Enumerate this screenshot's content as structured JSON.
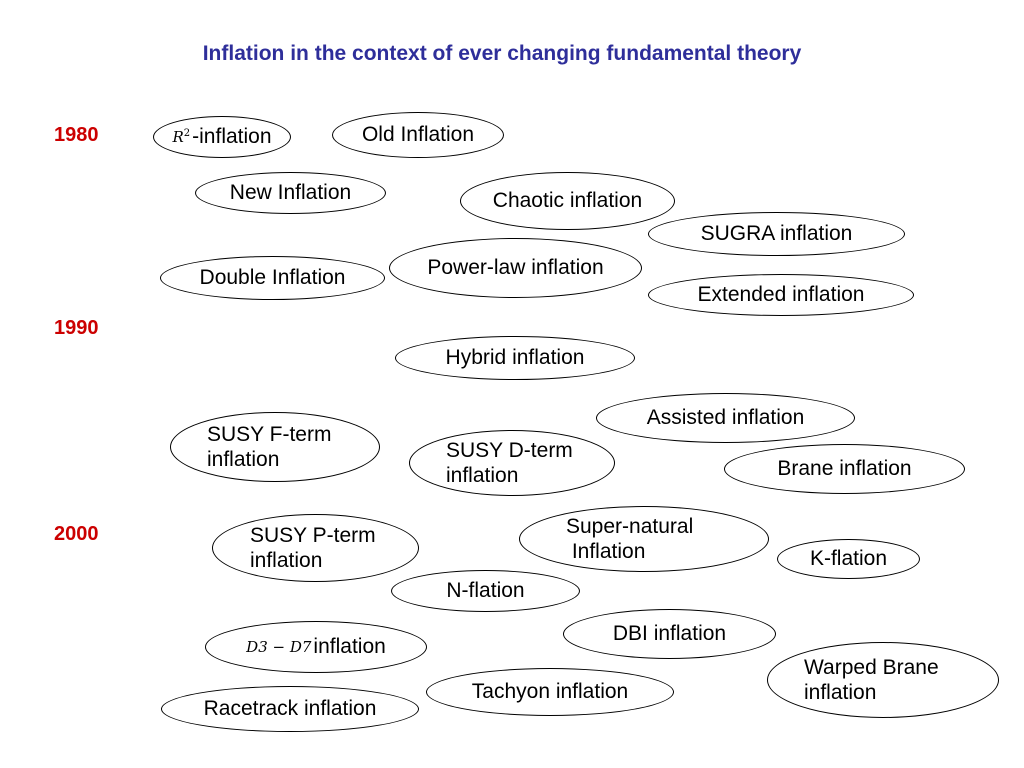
{
  "title": "Inflation in the context of ever changing fundamental theory",
  "years": [
    "1980",
    "1990",
    "2000"
  ],
  "models": {
    "r2": {
      "math": "R",
      "sup": "2",
      "text": "-inflation"
    },
    "old": "Old Inflation",
    "new": "New Inflation",
    "chaotic": "Chaotic inflation",
    "sugra": "SUGRA inflation",
    "double": "Double Inflation",
    "powerlaw": "Power-law inflation",
    "extended": "Extended inflation",
    "hybrid": "Hybrid inflation",
    "assisted": "Assisted inflation",
    "susy_f": [
      "SUSY F-term",
      "inflation"
    ],
    "susy_d": [
      "SUSY D-term",
      "inflation"
    ],
    "brane": "Brane inflation",
    "supernatural": [
      "Super-natural",
      " Inflation"
    ],
    "susy_p": [
      "SUSY P-term",
      "inflation"
    ],
    "kflation": "K-flation",
    "nflation": "N-flation",
    "dbi": "DBI inflation",
    "d3d7": {
      "math": "D3 − D7",
      "text": "inflation"
    },
    "warped": [
      "Warped Brane",
      "inflation"
    ],
    "tachyon": "Tachyon inflation",
    "racetrack": "Racetrack inflation"
  }
}
